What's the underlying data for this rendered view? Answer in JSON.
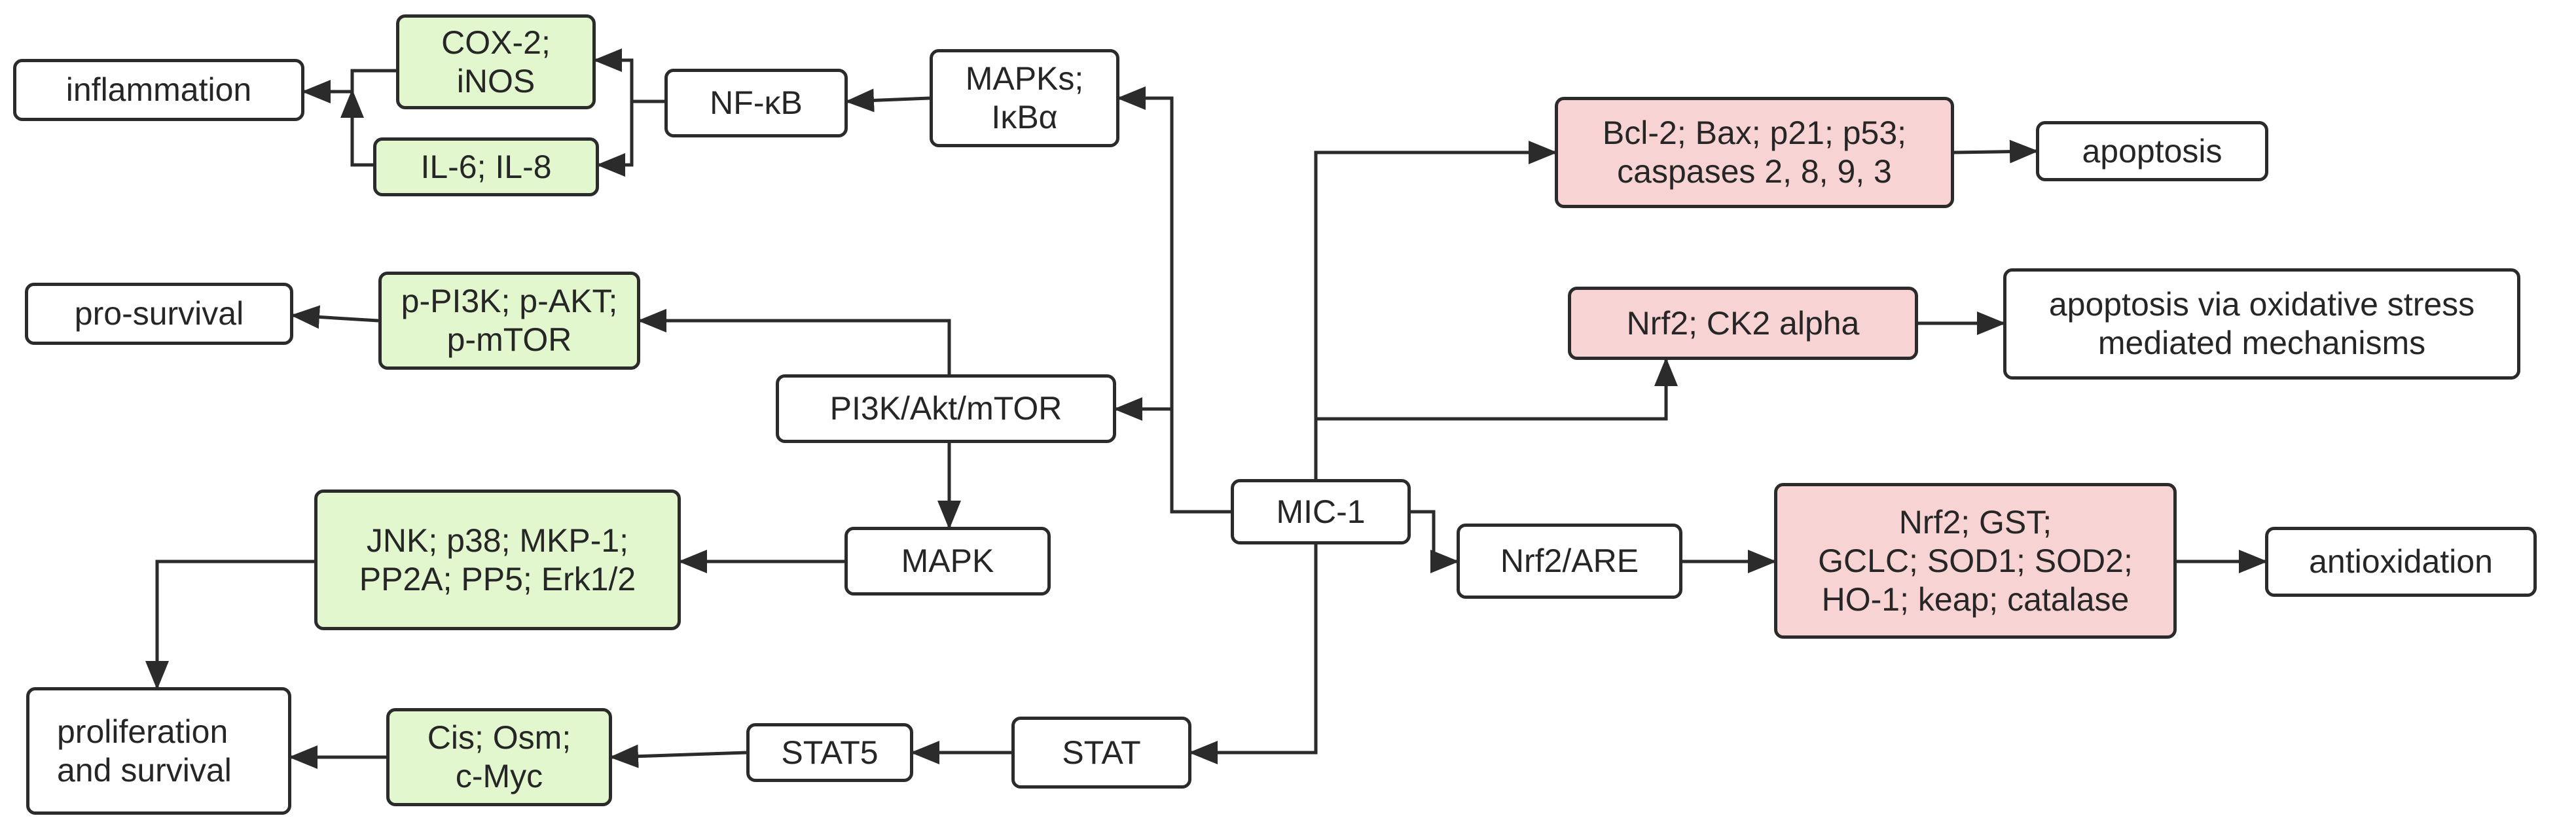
{
  "diagram": {
    "nodes": {
      "inflammation": {
        "label": "inflammation",
        "fill": "#ffffff"
      },
      "cox2_inos": {
        "label": "COX-2;\niNOS",
        "fill": "#e3f7cf"
      },
      "il6_il8": {
        "label": "IL-6; IL-8",
        "fill": "#e3f7cf"
      },
      "nfkb": {
        "label": "NF-κB",
        "fill": "#ffffff"
      },
      "mapks_ikba": {
        "label": "MAPKs;\nIκBα",
        "fill": "#ffffff"
      },
      "pro_survival": {
        "label": "pro-survival",
        "fill": "#ffffff"
      },
      "ppi3k": {
        "label": "p-PI3K; p-AKT;\np-mTOR",
        "fill": "#e3f7cf"
      },
      "pi3k_akt_mtor": {
        "label": "PI3K/Akt/mTOR",
        "fill": "#ffffff"
      },
      "jnk_group": {
        "label": "JNK; p38; MKP-1;\nPP2A; PP5; Erk1/2",
        "fill": "#e3f7cf"
      },
      "mapk": {
        "label": "MAPK",
        "fill": "#ffffff"
      },
      "mic1": {
        "label": "MIC-1",
        "fill": "#ffffff"
      },
      "bcl2_group": {
        "label": "Bcl-2; Bax; p21; p53;\ncaspases 2, 8, 9, 3",
        "fill": "#f8d3d3"
      },
      "apoptosis": {
        "label": "apoptosis",
        "fill": "#ffffff"
      },
      "nrf2_ck2": {
        "label": "Nrf2; CK2 alpha",
        "fill": "#f8d3d3"
      },
      "apoptosis_ox": {
        "label": "apoptosis via oxidative stress\nmediated mechanisms",
        "fill": "#ffffff"
      },
      "nrf2_are": {
        "label": "Nrf2/ARE",
        "fill": "#ffffff"
      },
      "nrf2_group": {
        "label": "Nrf2; GST;\nGCLC; SOD1; SOD2;\nHO-1; keap; catalase",
        "fill": "#f8d3d3"
      },
      "antioxidation": {
        "label": "antioxidation",
        "fill": "#ffffff"
      },
      "proliferation": {
        "label": "proliferation\nand survival",
        "fill": "#ffffff"
      },
      "cis_osm": {
        "label": "Cis; Osm;\nc-Myc",
        "fill": "#e3f7cf"
      },
      "stat5": {
        "label": "STAT5",
        "fill": "#ffffff"
      },
      "stat": {
        "label": "STAT",
        "fill": "#ffffff"
      }
    },
    "edges": [
      {
        "from": "mic1",
        "to": "mapks_ikba"
      },
      {
        "from": "mapks_ikba",
        "to": "nfkb"
      },
      {
        "from": "nfkb",
        "to": "cox2_inos"
      },
      {
        "from": "nfkb",
        "to": "il6_il8"
      },
      {
        "from": "cox2_inos",
        "to": "inflammation"
      },
      {
        "from": "il6_il8",
        "to": "inflammation"
      },
      {
        "from": "mic1",
        "to": "pi3k_akt_mtor"
      },
      {
        "from": "pi3k_akt_mtor",
        "to": "ppi3k"
      },
      {
        "from": "ppi3k",
        "to": "pro_survival"
      },
      {
        "from": "pi3k_akt_mtor",
        "to": "mapk"
      },
      {
        "from": "mapk",
        "to": "jnk_group"
      },
      {
        "from": "jnk_group",
        "to": "proliferation"
      },
      {
        "from": "mic1",
        "to": "stat"
      },
      {
        "from": "stat",
        "to": "stat5"
      },
      {
        "from": "stat5",
        "to": "cis_osm"
      },
      {
        "from": "cis_osm",
        "to": "proliferation"
      },
      {
        "from": "mic1",
        "to": "bcl2_group"
      },
      {
        "from": "bcl2_group",
        "to": "apoptosis"
      },
      {
        "from": "mic1",
        "to": "nrf2_ck2"
      },
      {
        "from": "nrf2_ck2",
        "to": "apoptosis_ox"
      },
      {
        "from": "mic1",
        "to": "nrf2_are"
      },
      {
        "from": "nrf2_are",
        "to": "nrf2_group"
      },
      {
        "from": "nrf2_group",
        "to": "antioxidation"
      }
    ]
  }
}
